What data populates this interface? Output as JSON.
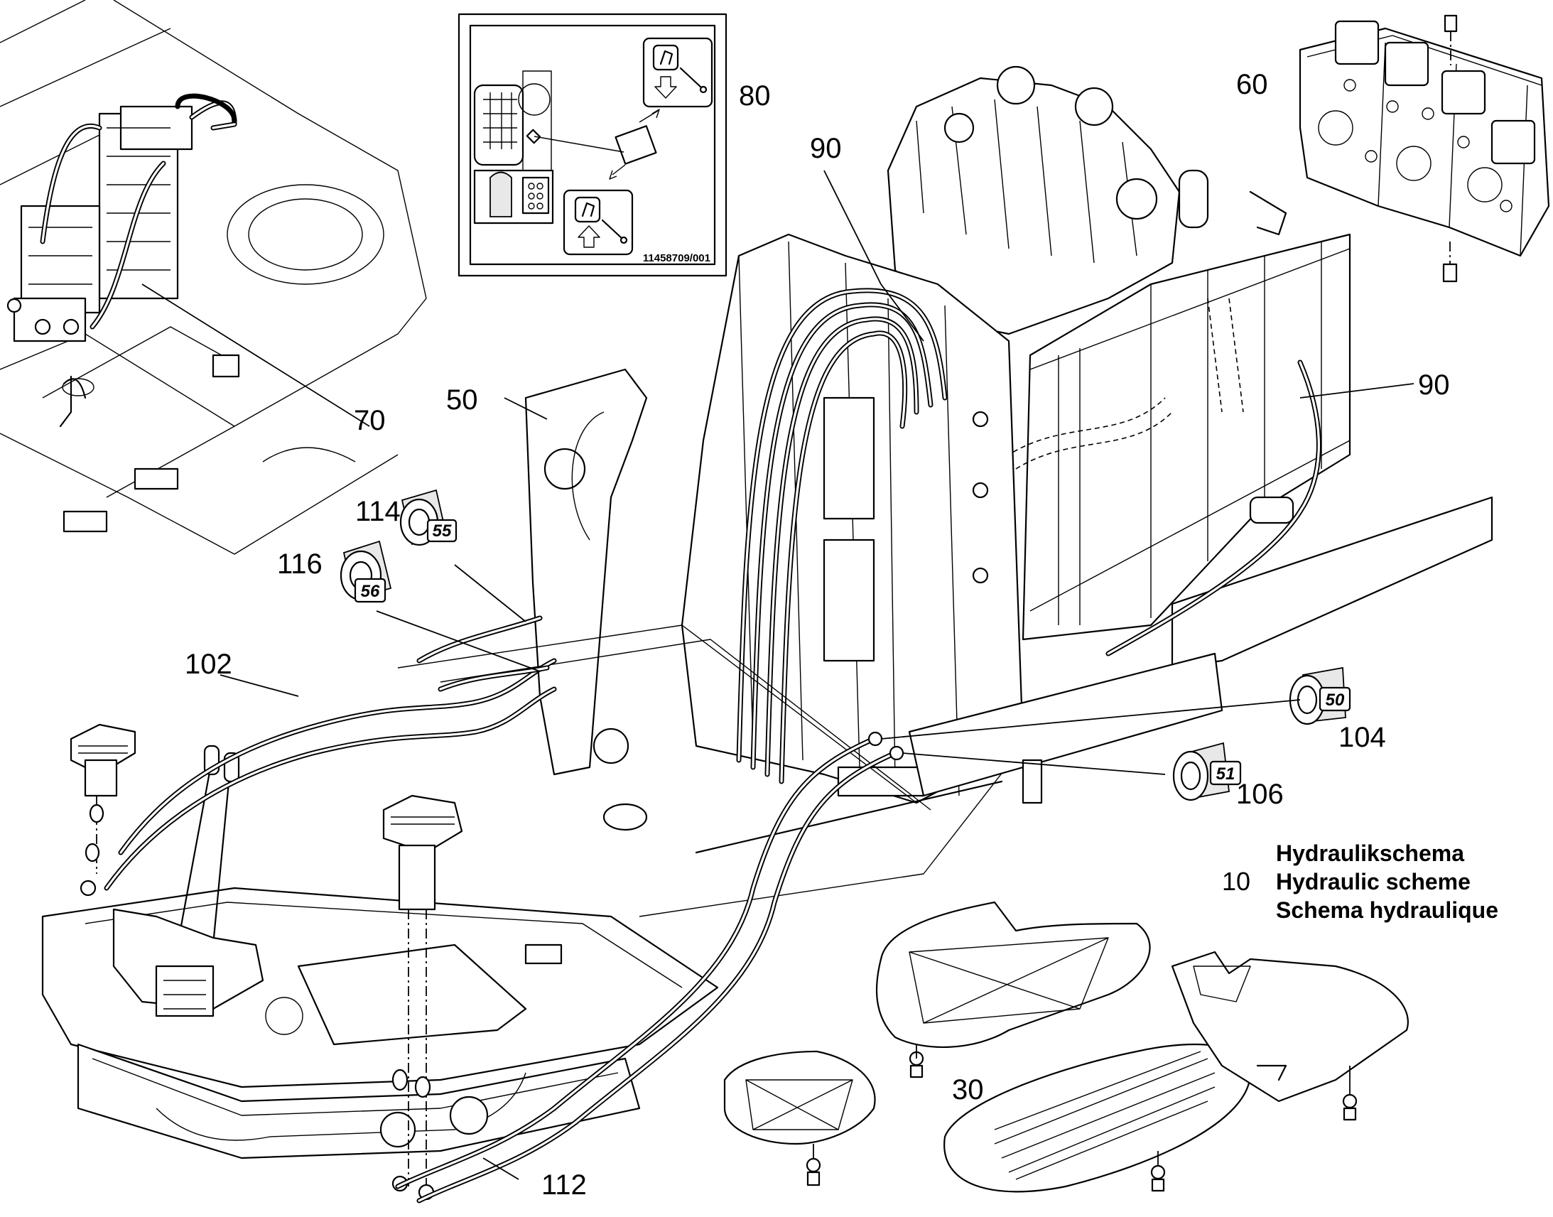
{
  "inset": {
    "reference_code": "11458709/001"
  },
  "callouts": {
    "c60": "60",
    "c70": "70",
    "c80": "80",
    "c90a": "90",
    "c90b": "90",
    "c50": "50",
    "c114": "114",
    "c116": "116",
    "c102": "102",
    "c104": "104",
    "c106": "106",
    "c30": "30",
    "c112": "112",
    "c10": "10"
  },
  "hose_tags": {
    "t55": "55",
    "t56": "56",
    "t50": "50",
    "t51": "51"
  },
  "legend": {
    "de": "Hydraulikschema",
    "en": "Hydraulic scheme",
    "fr": "Schema hydraulique"
  }
}
